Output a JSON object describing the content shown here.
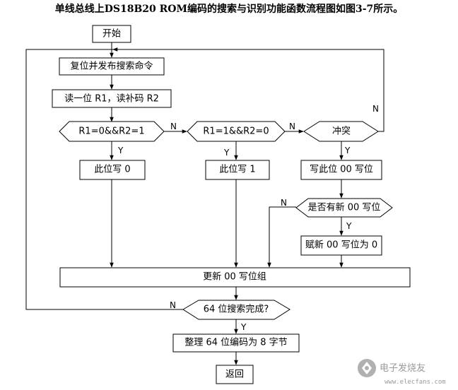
{
  "caption": "单线总线上DS18B20 ROM编码的搜索与识别功能函数流程图如图3-7所示。",
  "nodes": {
    "start": "开始",
    "reset": "复位并发布搜索命令",
    "read": "读一位 R1，读补码 R2",
    "cond1": "R1=0&&R2=1",
    "cond2": "R1=1&&R2=0",
    "conflict": "冲突",
    "write0": "此位写 0",
    "write1": "此位写 1",
    "write_pos": "写此位 00 写位",
    "new00": "是否有新 00 写位",
    "assign": "赋新 00 写位为 0",
    "update": "更新 00 写位组",
    "done64": "64 位搜索完成?",
    "organize": "整理 64 位编码为 8 字节",
    "return": "返回"
  },
  "edge_labels": {
    "yes": "Y",
    "no": "N"
  },
  "watermark": {
    "text": "电子发烧友",
    "url": "www.elecfans.com"
  },
  "colors": {
    "line": "#000000",
    "watermark": "#9a9a9a"
  }
}
